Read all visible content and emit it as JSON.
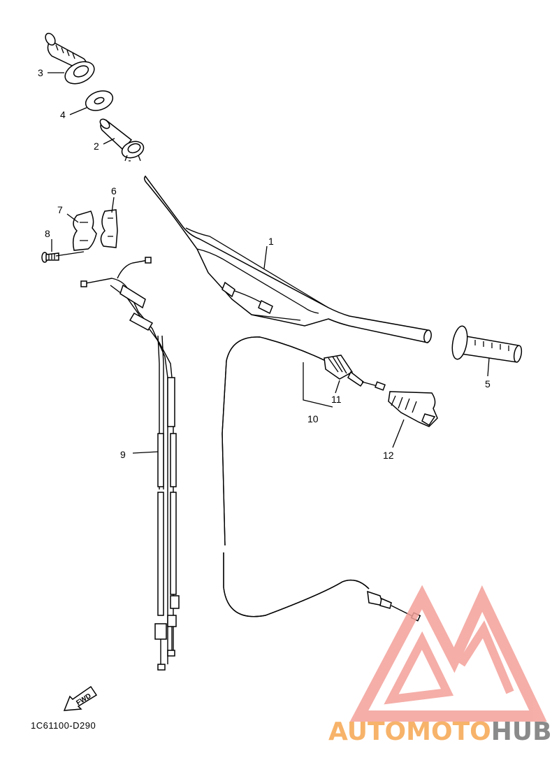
{
  "diagram": {
    "document_code": "1C61100-D290",
    "fwd_marker": "FWD",
    "parts": [
      {
        "label": "1"
      },
      {
        "label": "2"
      },
      {
        "label": "3"
      },
      {
        "label": "4"
      },
      {
        "label": "5"
      },
      {
        "label": "6"
      },
      {
        "label": "7"
      },
      {
        "label": "8"
      },
      {
        "label": "9"
      },
      {
        "label": "10"
      },
      {
        "label": "11"
      },
      {
        "label": "12"
      }
    ]
  },
  "watermark": {
    "brand_part1": "AUTOMOTO",
    "brand_part2": "HUB",
    "color_primary": "#f4a19a",
    "color_secondary": "#f7b36a",
    "color_hub": "#8a8a8a"
  }
}
